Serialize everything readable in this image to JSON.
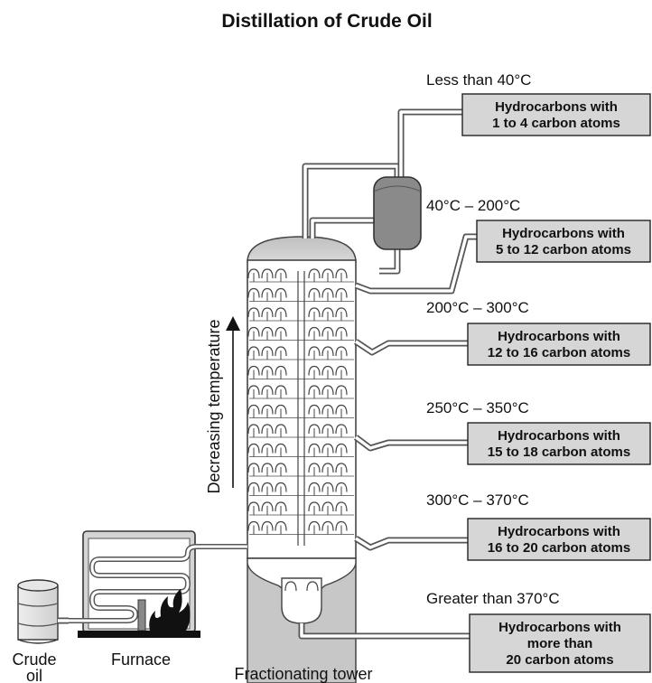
{
  "title": "Distillation of Crude Oil",
  "axis_label": "Decreasing temperature",
  "labels": {
    "crude_oil": [
      "Crude",
      "oil"
    ],
    "furnace": "Furnace",
    "tower": "Fractionating tower"
  },
  "fractions": [
    {
      "temp": "Less than 40°C",
      "lines": [
        "Hydrocarbons with",
        "1 to 4 carbon atoms"
      ]
    },
    {
      "temp": "40°C – 200°C",
      "lines": [
        "Hydrocarbons with",
        "5 to 12 carbon atoms"
      ]
    },
    {
      "temp": "200°C – 300°C",
      "lines": [
        "Hydrocarbons with",
        "12 to 16 carbon atoms"
      ]
    },
    {
      "temp": "250°C – 350°C",
      "lines": [
        "Hydrocarbons with",
        "15 to 18 carbon atoms"
      ]
    },
    {
      "temp": "300°C – 370°C",
      "lines": [
        "Hydrocarbons with",
        "16 to 20 carbon atoms"
      ]
    },
    {
      "temp": "Greater than 370°C",
      "lines": [
        "Hydrocarbons with",
        "more than",
        "20 carbon atoms"
      ]
    }
  ]
}
